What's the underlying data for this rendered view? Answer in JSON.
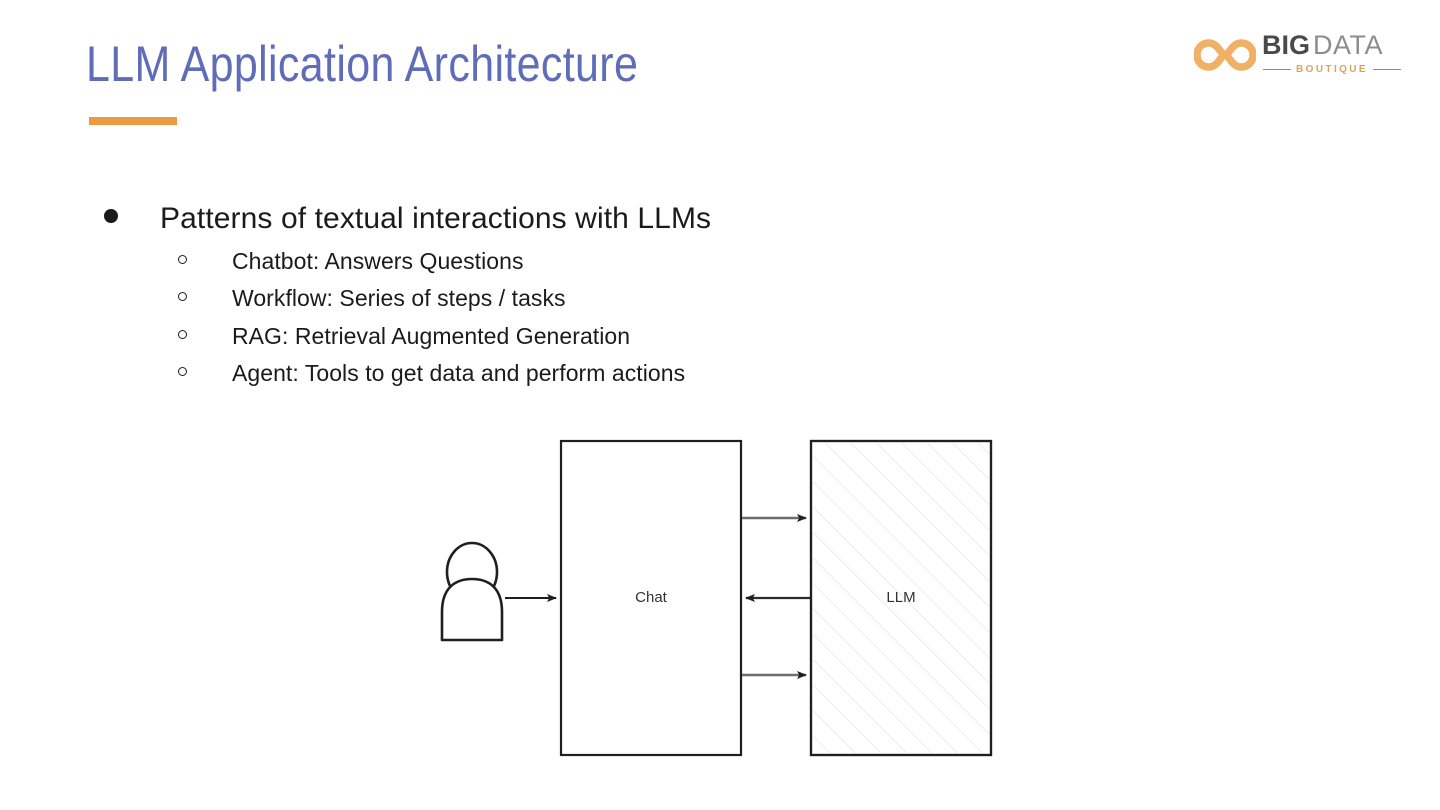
{
  "slide": {
    "title": "LLM Application Architecture",
    "accent_color": "#ed9a46",
    "title_color": "#5f6cb8",
    "background": "#ffffff"
  },
  "logo": {
    "mark": "infinity-icon",
    "word_primary": "BIG",
    "word_secondary": "DATA",
    "tagline": "BOUTIQUE",
    "mark_color": "#f0b065",
    "primary_color": "#4a4a4a",
    "secondary_color": "#8d8d8d",
    "tagline_color": "#d9a461"
  },
  "bullets": {
    "level1": {
      "marker": "filled-disc",
      "text": "Patterns of textual interactions with LLMs"
    },
    "level2_marker": "hollow-circle",
    "level2": [
      {
        "text": "Chatbot: Answers Questions"
      },
      {
        "text": "Workflow: Series of steps / tasks"
      },
      {
        "text": "RAG: Retrieval Augmented Generation"
      },
      {
        "text": "Agent: Tools to get data and perform actions"
      }
    ]
  },
  "diagram": {
    "actor": {
      "name": "user-actor-icon",
      "stroke": "#1f1f1f"
    },
    "nodes": [
      {
        "id": "chat",
        "label": "Chat",
        "fill": "#ffffff",
        "stroke": "#1f1f1f",
        "hatched": false
      },
      {
        "id": "llm",
        "label": "LLM",
        "fill": "#ffffff",
        "stroke": "#1f1f1f",
        "hatched": true,
        "hatch_color": "#e8e8e8"
      }
    ],
    "edges": [
      {
        "from": "actor",
        "to": "chat",
        "direction": "right"
      },
      {
        "from": "chat",
        "to": "llm",
        "direction": "right"
      },
      {
        "from": "llm",
        "to": "chat",
        "direction": "left"
      },
      {
        "from": "chat",
        "to": "llm",
        "direction": "right"
      }
    ]
  }
}
